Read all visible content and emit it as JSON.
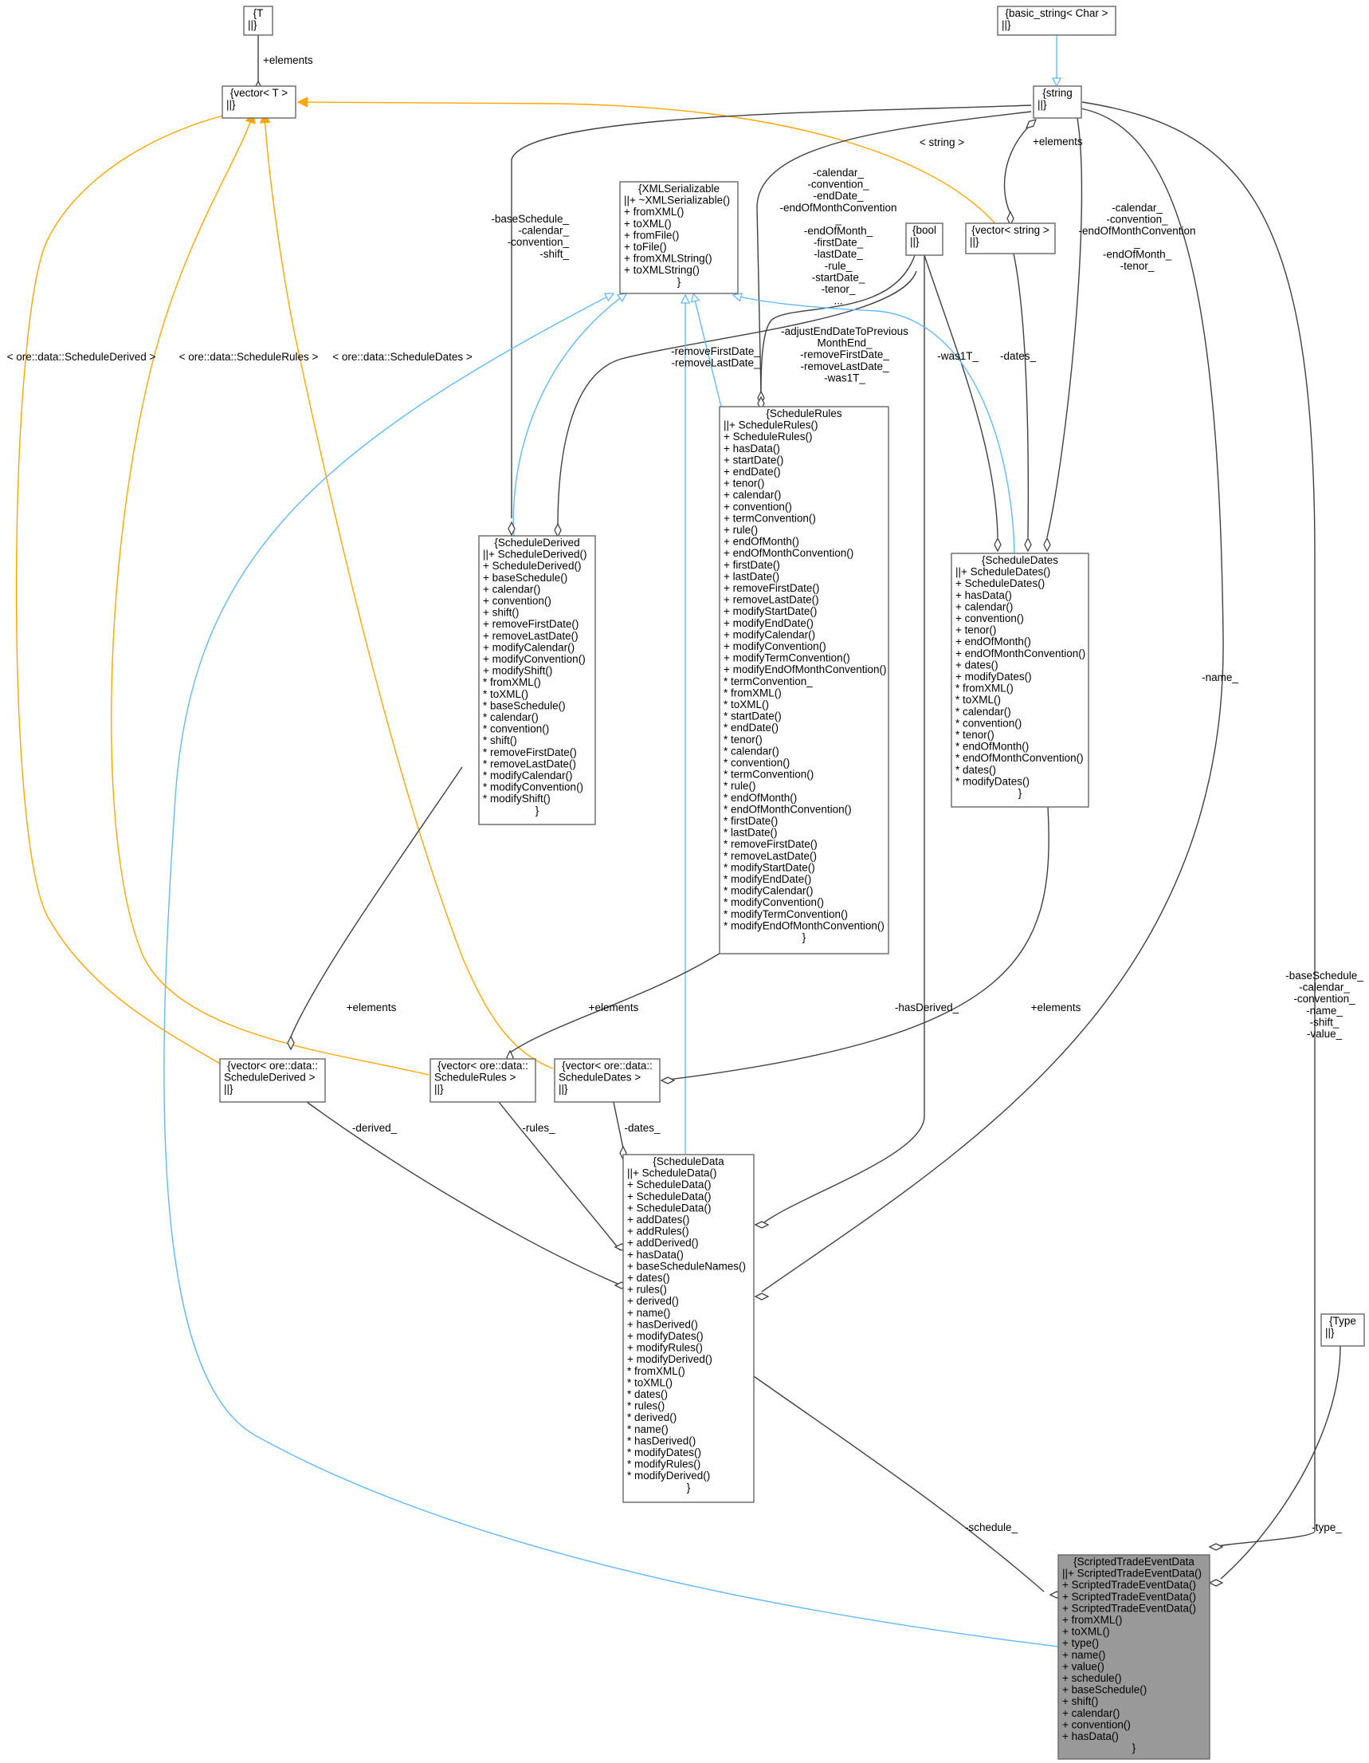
{
  "nodes": {
    "T": {
      "lines": [
        "{T",
        "||}"
      ]
    },
    "basic_string": {
      "lines": [
        "{basic_string< Char >",
        "||}"
      ]
    },
    "vectorT": {
      "lines": [
        "{vector< T >",
        "||}"
      ]
    },
    "string": {
      "lines": [
        "{string",
        "||}"
      ]
    },
    "XMLSerializable": {
      "lines": [
        "{XMLSerializable",
        "||+ ~XMLSerializable()",
        "+ fromXML()",
        "+ toXML()",
        "+ fromFile()",
        "+ toFile()",
        "+ fromXMLString()",
        "+ toXMLString()",
        "}"
      ]
    },
    "bool": {
      "lines": [
        "{bool",
        "||}"
      ]
    },
    "vector_string": {
      "lines": [
        "{vector< string >",
        "||}"
      ]
    },
    "ScheduleRules": {
      "lines": [
        "{ScheduleRules",
        "||+ ScheduleRules()",
        "+ ScheduleRules()",
        "+ hasData()",
        "+ startDate()",
        "+ endDate()",
        "+ tenor()",
        "+ calendar()",
        "+ convention()",
        "+ termConvention()",
        "+ rule()",
        "+ endOfMonth()",
        "+ endOfMonthConvention()",
        "+ firstDate()",
        "+ lastDate()",
        "+ removeFirstDate()",
        "+ removeLastDate()",
        "+ modifyStartDate()",
        "+ modifyEndDate()",
        "+ modifyCalendar()",
        "+ modifyConvention()",
        "+ modifyTermConvention()",
        "+ modifyEndOfMonthConvention()",
        "* termConvention_",
        "* fromXML()",
        "* toXML()",
        "* startDate()",
        "* endDate()",
        "* tenor()",
        "* calendar()",
        "* convention()",
        "* termConvention()",
        "* rule()",
        "* endOfMonth()",
        "* endOfMonthConvention()",
        "* firstDate()",
        "* lastDate()",
        "* removeFirstDate()",
        "* removeLastDate()",
        "* modifyStartDate()",
        "* modifyEndDate()",
        "* modifyCalendar()",
        "* modifyConvention()",
        "* modifyTermConvention()",
        "* modifyEndOfMonthConvention()",
        "}"
      ]
    },
    "ScheduleDerived": {
      "lines": [
        "{ScheduleDerived",
        "||+ ScheduleDerived()",
        "+ ScheduleDerived()",
        "+ baseSchedule()",
        "+ calendar()",
        "+ convention()",
        "+ shift()",
        "+ removeFirstDate()",
        "+ removeLastDate()",
        "+ modifyCalendar()",
        "+ modifyConvention()",
        "+ modifyShift()",
        "* fromXML()",
        "* toXML()",
        "* baseSchedule()",
        "* calendar()",
        "* convention()",
        "* shift()",
        "* removeFirstDate()",
        "* removeLastDate()",
        "* modifyCalendar()",
        "* modifyConvention()",
        "* modifyShift()",
        "}"
      ]
    },
    "ScheduleDates": {
      "lines": [
        "{ScheduleDates",
        "||+ ScheduleDates()",
        "+ ScheduleDates()",
        "+ hasData()",
        "+ calendar()",
        "+ convention()",
        "+ tenor()",
        "+ endOfMonth()",
        "+ endOfMonthConvention()",
        "+ dates()",
        "+ modifyDates()",
        "* fromXML()",
        "* toXML()",
        "* calendar()",
        "* convention()",
        "* tenor()",
        "* endOfMonth()",
        "* endOfMonthConvention()",
        "* dates()",
        "* modifyDates()",
        "}"
      ]
    },
    "vector_ScheduleDerived": {
      "lines": [
        "{vector< ore::data::",
        "ScheduleDerived >",
        "||}"
      ]
    },
    "vector_ScheduleRules": {
      "lines": [
        "{vector< ore::data::",
        "ScheduleRules >",
        "||}"
      ]
    },
    "vector_ScheduleDates": {
      "lines": [
        "{vector< ore::data::",
        "ScheduleDates >",
        "||}"
      ]
    },
    "ScheduleData": {
      "lines": [
        "{ScheduleData",
        "||+ ScheduleData()",
        "+ ScheduleData()",
        "+ ScheduleData()",
        "+ ScheduleData()",
        "+ addDates()",
        "+ addRules()",
        "+ addDerived()",
        "+ hasData()",
        "+ baseScheduleNames()",
        "+ dates()",
        "+ rules()",
        "+ derived()",
        "+ name()",
        "+ hasDerived()",
        "+ modifyDates()",
        "+ modifyRules()",
        "+ modifyDerived()",
        "* fromXML()",
        "* toXML()",
        "* dates()",
        "* rules()",
        "* derived()",
        "* name()",
        "* hasDerived()",
        "* modifyDates()",
        "* modifyRules()",
        "* modifyDerived()",
        "}"
      ]
    },
    "Type": {
      "lines": [
        "{Type",
        "||}"
      ]
    },
    "ScriptedTradeEventData": {
      "lines": [
        "{ScriptedTradeEventData",
        "||+ ScriptedTradeEventData()",
        "+ ScriptedTradeEventData()",
        "+ ScriptedTradeEventData()",
        "+ ScriptedTradeEventData()",
        "+ fromXML()",
        "+ toXML()",
        "+ type()",
        "+ name()",
        "+ value()",
        "+ schedule()",
        "+ baseSchedule()",
        "+ shift()",
        "+ calendar()",
        "+ convention()",
        "+ hasData()",
        "}"
      ]
    }
  },
  "edges": {
    "T_elements": {
      "lines": [
        "+elements"
      ]
    },
    "string_vecstring": {
      "lines": [
        "+elements"
      ]
    },
    "vecstring_tmpl": {
      "lines": [
        "< string >"
      ]
    },
    "string_derived": {
      "lines": [
        "-baseSchedule_",
        "-calendar_",
        "-convention_",
        "-shift_"
      ]
    },
    "string_rules": {
      "lines": [
        "-calendar_",
        "-convention_",
        "-endDate_",
        "-endOfMonthConvention",
        "_",
        "-endOfMonth_",
        "-firstDate_",
        "-lastDate_",
        "-rule_",
        "-startDate_",
        "-tenor_",
        "..."
      ]
    },
    "string_dates": {
      "lines": [
        "-calendar_",
        "-convention_",
        "-endOfMonthConvention",
        "_",
        "-endOfMonth_",
        "-tenor_"
      ]
    },
    "bool_derived": {
      "lines": [
        "-removeFirstDate_",
        "-removeLastDate_"
      ]
    },
    "bool_rules": {
      "lines": [
        "-adjustEndDateToPrevious",
        "MonthEnd_",
        "-removeFirstDate_",
        "-removeLastDate_",
        "-was1T_"
      ]
    },
    "bool_dates": {
      "lines": [
        "-was1T_"
      ]
    },
    "vecstring_dates": {
      "lines": [
        "-dates_"
      ]
    },
    "tmpl_derived": {
      "lines": [
        "< ore::data::ScheduleDerived >"
      ]
    },
    "tmpl_rules": {
      "lines": [
        "< ore::data::ScheduleRules >"
      ]
    },
    "tmpl_dates": {
      "lines": [
        "< ore::data::ScheduleDates >"
      ]
    },
    "derived_vec": {
      "lines": [
        "+elements"
      ]
    },
    "rules_vec": {
      "lines": [
        "+elements"
      ]
    },
    "dates_vec": {
      "lines": [
        "+elements"
      ]
    },
    "bool_scheduledata": {
      "lines": [
        "-hasDerived_"
      ]
    },
    "string_scheduledata": {
      "lines": [
        "-name_"
      ]
    },
    "vecderived_sd": {
      "lines": [
        "-derived_"
      ]
    },
    "vecrules_sd": {
      "lines": [
        "-rules_"
      ]
    },
    "vecdates_sd": {
      "lines": [
        "-dates_"
      ]
    },
    "string_sted": {
      "lines": [
        "-baseSchedule_",
        "-calendar_",
        "-convention_",
        "-name_",
        "-shift_",
        "-value_"
      ]
    },
    "sd_sted": {
      "lines": [
        "-schedule_"
      ]
    },
    "type_sted": {
      "lines": [
        "-type_"
      ]
    }
  },
  "colors": {
    "association": "#404040",
    "inheritance": "#63b8ff",
    "template": "#ffa500",
    "highlight": "#999999"
  }
}
